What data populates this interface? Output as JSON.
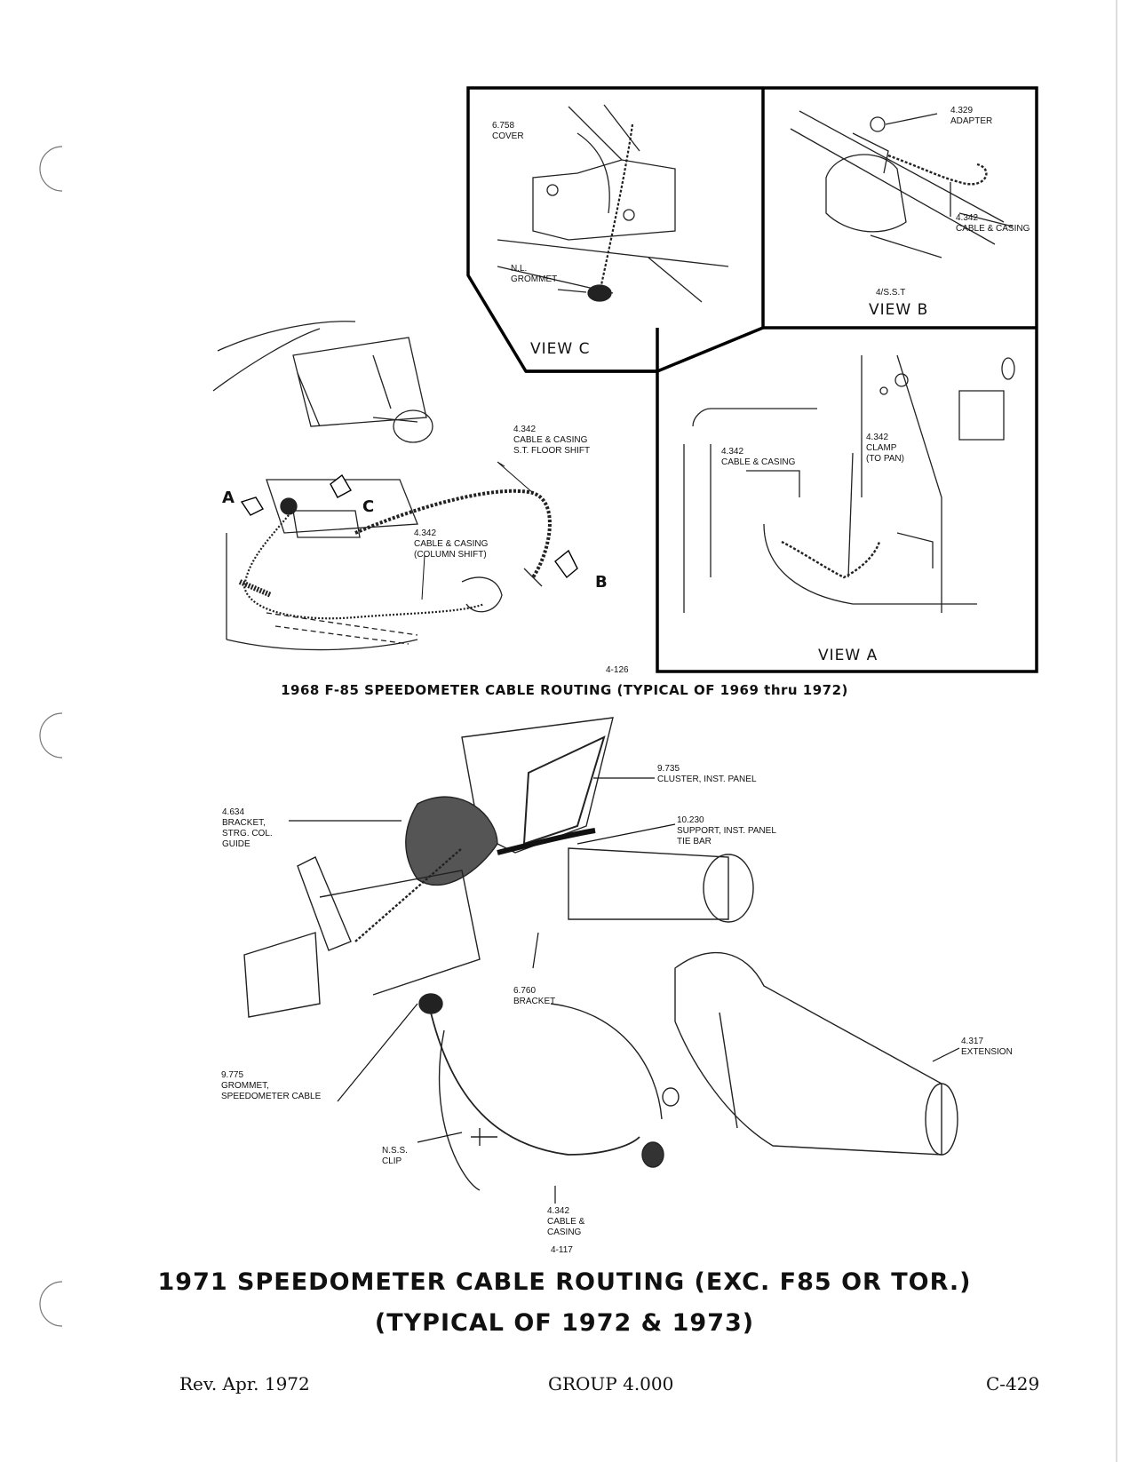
{
  "top_figure": {
    "view_c": {
      "title": "VIEW C",
      "cover_label": "6.758\nCOVER",
      "grommet_label": "N.L.\nGROMMET"
    },
    "view_b": {
      "title": "VIEW B",
      "adapter_label": "4.329\nADAPTER",
      "cable_label": "4.342\nCABLE & CASING",
      "sst_label": "4/S.S.T"
    },
    "view_a": {
      "title": "VIEW A",
      "cable_label": "4.342\nCABLE & CASING",
      "clamp_label": "4.342\nCLAMP\n(TO PAN)"
    },
    "main": {
      "floor_shift_label": "4.342\nCABLE & CASING\nS.T. FLOOR SHIFT",
      "column_shift_label": "4.342\nCABLE & CASING\n(COLUMN SHIFT)",
      "arrow_a": "A",
      "arrow_b": "B",
      "arrow_c": "C"
    },
    "figure_number": "4-126",
    "caption": "1968 F-85 SPEEDOMETER CABLE ROUTING (TYPICAL OF 1969 thru 1972)"
  },
  "bottom_figure": {
    "labels": {
      "cluster": "9.735\nCLUSTER, INST. PANEL",
      "bracket_guide": "4.634\nBRACKET,\nSTRG. COL.\nGUIDE",
      "support": "10.230\nSUPPORT, INST. PANEL\nTIE BAR",
      "bracket": "6.760\nBRACKET",
      "extension": "4.317\nEXTENSION",
      "grommet": "9.775\nGROMMET,\nSPEEDOMETER CABLE",
      "clip": "N.S.S.\nCLIP",
      "cable": "4.342\nCABLE &\nCASING"
    },
    "figure_number": "4-117",
    "caption_line1": "1971 SPEEDOMETER CABLE ROUTING (EXC. F85 OR TOR.)",
    "caption_line2": "(TYPICAL OF 1972 & 1973)"
  },
  "footer": {
    "revision": "Rev. Apr. 1972",
    "group": "GROUP 4.000",
    "page": "C-429"
  }
}
